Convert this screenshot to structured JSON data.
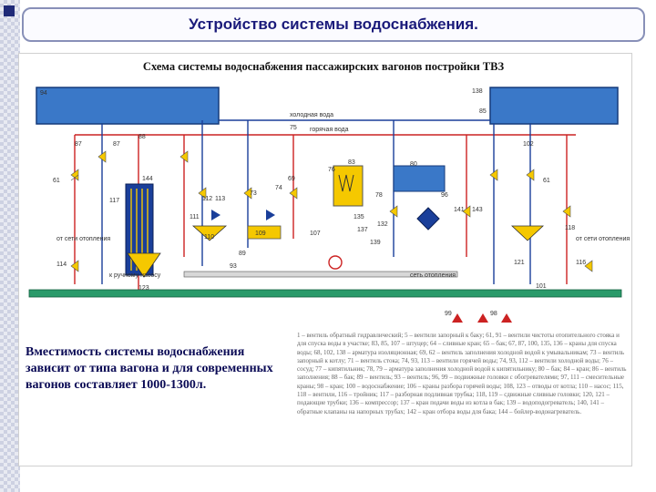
{
  "slide": {
    "title": "Устройство системы водоснабжения.",
    "caption": "Вместимость системы водоснабжения зависит от типа вагона и для современных вагонов составляет 1000-1300л."
  },
  "scheme": {
    "title": "Схема системы водоснабжения пассажирских вагонов постройки ТВЗ",
    "labels": {
      "cold_water": "холодная вода",
      "hot_water": "горячая вода",
      "heating_left": "от сети отопления",
      "heating_right": "от сети отопления",
      "heating_net": "сеть отопления",
      "manual_pump": "к ручному насосу"
    },
    "numbers": [
      "94",
      "87",
      "87",
      "88",
      "61",
      "75",
      "117",
      "144",
      "112",
      "113",
      "73",
      "74",
      "69",
      "111",
      "110",
      "109",
      "107",
      "76",
      "78",
      "83",
      "132",
      "135",
      "137",
      "138",
      "139",
      "80",
      "96",
      "141",
      "143",
      "61",
      "85",
      "102",
      "121",
      "118",
      "116",
      "114",
      "123",
      "101",
      "93",
      "89",
      "99",
      "98"
    ]
  },
  "legend": {
    "text": "1 – вентиль обратный гидравлический; 5 – вентили запорный к баку; 61, 91 – вентили чистоты отопительного стояка и для спуска воды в участке; 83, 85, 107 – штуцер; 64 – сливные кран; 65 – бак; 67, 87, 100, 135, 136 – краны для спуска воды; 68, 102, 138 – арматура изоляционная; 69, 62 – вентиль заполнения холодной водой к умывальникам; 73 – вентиль запорный к котлу; 71 – вентиль стока; 74, 93, 113 – вентили горячей воды; 74, 93, 112 – вентили холодной воды; 76 – сосуд; 77 – кипятильник; 78, 79 – арматура заполнения холодной водой к кипятильнику; 80 – бак; 84 – кран; 86 – вентиль заполнения; 88 – бак; 89 – вентиль; 93 – вентиль; 96, 99 – подвижные головки с обогревателями; 97, 111 – смесительные краны; 98 – кран; 100 – водоснабжение; 106 – краны разбора горячей воды; 108, 123 – отводы от котла; 110 – насос; 115, 118 – вентили, 116 – тройник; 117 – разборная подливная трубка; 118, 119 – сдвижные сливные головки; 120, 121 – подающие трубки; 136 – компрессор; 137 – кран подачи воды из котла в бак; 139 – водоподогреватель; 140, 141 – обратные клапаны на напорных трубах; 142 – кран отбора воды для бака; 144 – бойлер-водонагреватель."
  }
}
